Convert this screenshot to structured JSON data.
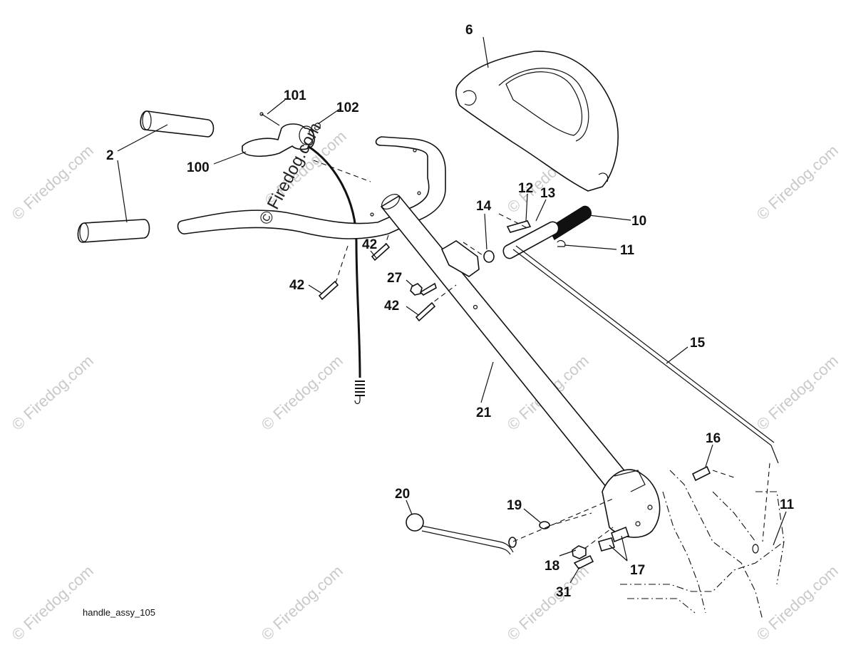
{
  "diagram": {
    "caption": "handle_assy_105",
    "watermark_text": "© Firedog.com",
    "center_watermark_text": "© Firedog.com",
    "callouts": [
      {
        "id": "6",
        "label": "6"
      },
      {
        "id": "101",
        "label": "101"
      },
      {
        "id": "102",
        "label": "102"
      },
      {
        "id": "2",
        "label": "2"
      },
      {
        "id": "100",
        "label": "100"
      },
      {
        "id": "12",
        "label": "12"
      },
      {
        "id": "13",
        "label": "13"
      },
      {
        "id": "14",
        "label": "14"
      },
      {
        "id": "10",
        "label": "10"
      },
      {
        "id": "11a",
        "label": "11"
      },
      {
        "id": "42a",
        "label": "42"
      },
      {
        "id": "42b",
        "label": "42"
      },
      {
        "id": "27",
        "label": "27"
      },
      {
        "id": "42c",
        "label": "42"
      },
      {
        "id": "15",
        "label": "15"
      },
      {
        "id": "21",
        "label": "21"
      },
      {
        "id": "16",
        "label": "16"
      },
      {
        "id": "20",
        "label": "20"
      },
      {
        "id": "19",
        "label": "19"
      },
      {
        "id": "11b",
        "label": "11"
      },
      {
        "id": "18",
        "label": "18"
      },
      {
        "id": "17",
        "label": "17"
      },
      {
        "id": "31",
        "label": "31"
      }
    ]
  }
}
